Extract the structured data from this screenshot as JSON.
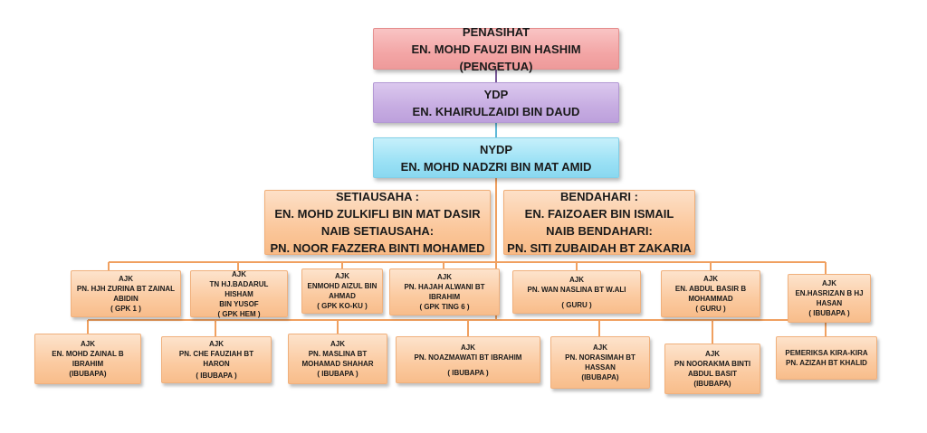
{
  "penasihat": {
    "title": "PENASIHAT",
    "name": "EN. MOHD FAUZI BIN HASHIM (PENGETUA)"
  },
  "ydp": {
    "title": "YDP",
    "name": "EN.  KHAIRULZAIDI BIN DAUD"
  },
  "nydp": {
    "title": "NYDP",
    "name": "EN. MOHD NADZRI BIN MAT AMID"
  },
  "setiausaha": {
    "title": "SETIAUSAHA :",
    "name": "EN. MOHD ZULKIFLI BIN MAT DASIR",
    "naib_title": "NAIB SETIAUSAHA:",
    "naib_name": "PN. NOOR FAZZERA BINTI MOHAMED"
  },
  "bendahari": {
    "title": "BENDAHARI :",
    "name": "EN.  FAIZOAER BIN ISMAIL",
    "naib_title": "NAIB BENDAHARI:",
    "naib_name": "PN. SITI ZUBAIDAH BT ZAKARIA"
  },
  "row1": [
    {
      "role": "AJK",
      "line1": "PN.  HJH ZURINA BT ZAINAL",
      "line2": "ABIDIN",
      "note": "( GPK 1 )"
    },
    {
      "role": "AJK",
      "line1": "TN HJ.BADARUL HISHAM",
      "line2": "BIN YUSOF",
      "note": "( GPK HEM )"
    },
    {
      "role": "AJK",
      "line1": "ENMOHD AIZUL BIN",
      "line2": "AHMAD",
      "note": "( GPK  KO-KU )"
    },
    {
      "role": "AJK",
      "line1": "PN. HAJAH ALWANI BT",
      "line2": "IBRAHIM",
      "note": "( GPK TING 6 )"
    },
    {
      "role": "AJK",
      "line1": "PN. WAN NASLINA BT W.ALI",
      "line2": "",
      "note": "( GURU )"
    },
    {
      "role": "AJK",
      "line1": "EN. ABDUL BASIR B",
      "line2": "MOHAMMAD",
      "note": "( GURU )"
    },
    {
      "role": "AJK",
      "line1": "EN.HASRIZAN B HJ",
      "line2": "HASAN",
      "note": "( IBUBAPA )"
    }
  ],
  "row2": [
    {
      "role": "AJK",
      "line1": "EN. MOHD ZAINAL B",
      "line2": "IBRAHIM",
      "note": "(IBUBAPA)"
    },
    {
      "role": "AJK",
      "line1": "PN. CHE FAUZIAH BT HARON",
      "line2": "",
      "note": "( IBUBAPA )"
    },
    {
      "role": "AJK",
      "line1": "PN. MASLINA BT",
      "line2": "MOHAMAD SHAHAR",
      "note": "( IBUBAPA )"
    },
    {
      "role": "AJK",
      "line1": "PN. NOAZMAWATI BT IBRAHIM",
      "line2": "",
      "note": "( IBUBAPA )"
    },
    {
      "role": "AJK",
      "line1": "PN. NORASIMAH BT",
      "line2": "HASSAN",
      "note": "(IBUBAPA)"
    },
    {
      "role": "AJK",
      "line1": "PN NOORAKMA BINTI",
      "line2": "ABDUL BASIT",
      "note": "(IBUBAPA)"
    },
    {
      "role": "PEMERIKSA KIRA-KIRA",
      "line1": "PN. AZIZAH BT KHALID",
      "line2": "",
      "note": ""
    }
  ],
  "colors": {
    "connector": "#f0a060",
    "top_link_1": "#7a5a9a",
    "top_link_2": "#5fb8d8"
  }
}
